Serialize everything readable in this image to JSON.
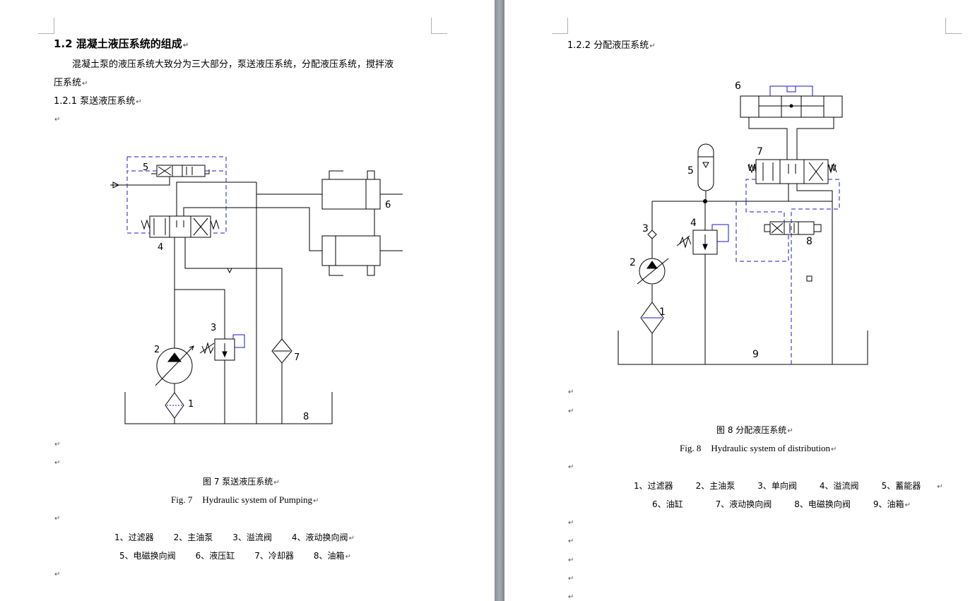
{
  "left": {
    "heading": "1.2   混凝土液压系统的组成",
    "para_line1": "混凝土泵的液压系统大致分为三大部分，泵送液压系统，分配液压系统，搅拌液",
    "para_line2": "压系统",
    "sub_heading": "1.2.1   泵送液压系统",
    "figure": {
      "labels": [
        "1",
        "2",
        "3",
        "4",
        "5",
        "6",
        "7",
        "8"
      ],
      "caption_cn": "图 7  泵送液压系统",
      "caption_en_fig": "Fig. 7",
      "caption_en_text": "Hydraulic system of Pumping"
    },
    "legend_line1": [
      "1、过滤器",
      "2、主油泵",
      "3、溢流阀",
      "4、液动换向阀"
    ],
    "legend_line2": [
      "5、电磁换向阀",
      "6、液压缸",
      "7、冷却器",
      "8、油箱"
    ]
  },
  "right": {
    "sub_heading": "1.2.2   分配液压系统",
    "figure": {
      "labels": [
        "1",
        "2",
        "3",
        "4",
        "5",
        "6",
        "7",
        "8",
        "9"
      ],
      "caption_cn": "图 8  分配液压系统",
      "caption_en_fig": "Fig. 8",
      "caption_en_text": "Hydraulic system of distribution"
    },
    "legend_line1": [
      "1、过滤器",
      "2、主油泵",
      "3、单向阀",
      "4、溢流阀",
      "5、蓄能器"
    ],
    "legend_line2": [
      "6、油缸",
      "7、液动换向阀",
      "8、电磁换向阀",
      "9、油箱"
    ]
  },
  "paragraph_mark": "↵",
  "valve_spring_label": "W",
  "colors": {
    "line": "#000000",
    "pilot": "#1a1acc",
    "gutter": "#9aa0a6"
  }
}
